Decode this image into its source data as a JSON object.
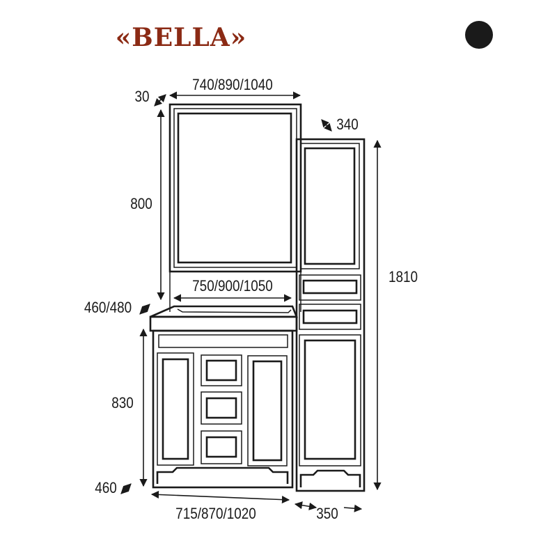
{
  "title": "«BELLA»",
  "dot_color": "#1a1a1a",
  "brand_color": "#8b2a14",
  "dimensions": {
    "mirror_depth": "30",
    "mirror_width": "740/890/1040",
    "mirror_height": "800",
    "cabinet_depth": "340",
    "total_height": "1810",
    "sink_width": "750/900/1050",
    "sink_depth": "460/480",
    "vanity_height": "830",
    "vanity_depth": "460",
    "vanity_width": "715/870/1020",
    "cabinet_width": "350"
  }
}
